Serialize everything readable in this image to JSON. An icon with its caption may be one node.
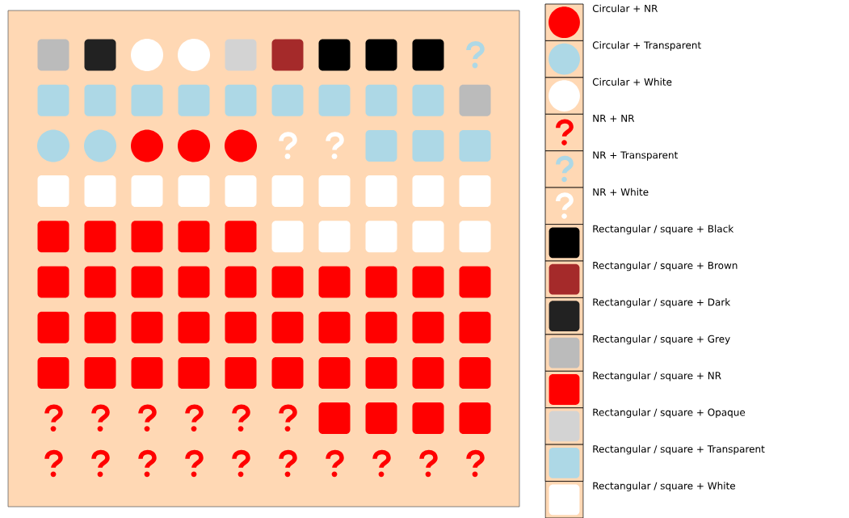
{
  "diagram": {
    "legend": [
      {
        "text": "Circular + NR",
        "color": "#ff0000"
      },
      {
        "text": "Circular + Transparent",
        "color": "#add8e6"
      },
      {
        "text": "Circular + White",
        "color": "#ffffff"
      },
      {
        "text": "NR + NR",
        "color": "#ff0000"
      },
      {
        "text": "NR + Transparent",
        "color": "#add8e6"
      },
      {
        "text": "NR + White",
        "color": "#ffffff"
      },
      {
        "text": "Rectangular / square + Black",
        "color": "#000000"
      },
      {
        "text": "Rectangular / square + Brown",
        "color": "#a52a2a"
      },
      {
        "text": "Rectangular / square + Dark",
        "color": "#222222"
      },
      {
        "text": "Rectangular / square + Grey",
        "color": "#bbbbbb"
      },
      {
        "text": "Rectangular / square + NR",
        "color": "#ff0000"
      },
      {
        "text": "Rectangular / square + Opaque",
        "color": "#d3d3d3"
      },
      {
        "text": "Rectangular / square + Transparent",
        "color": "#add8e6"
      },
      {
        "text": "Rectangular / square + White",
        "color": "#ffffff"
      }
    ]
  }
}
